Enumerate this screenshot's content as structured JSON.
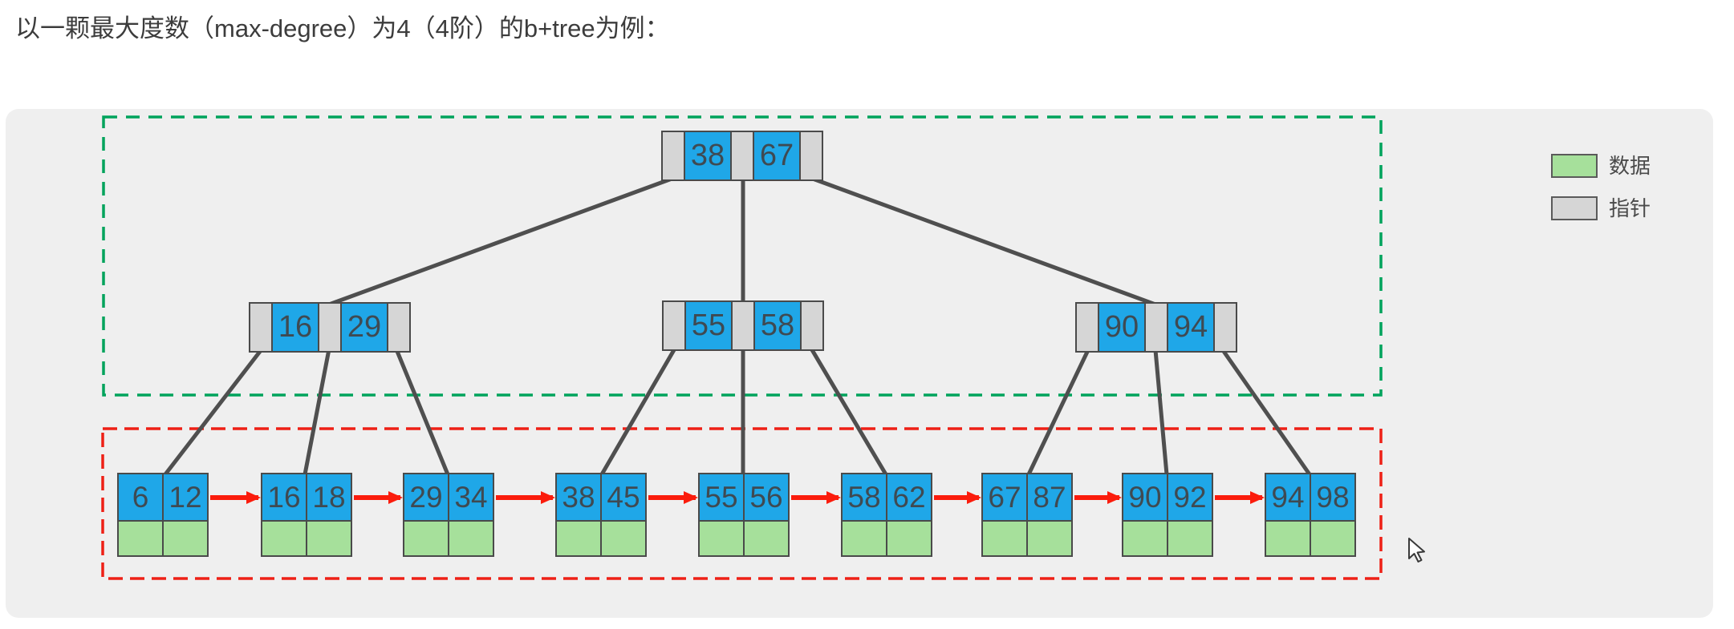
{
  "title": "以一颗最大度数（max-degree）为4（4阶）的b+tree为例：",
  "legend": {
    "items": [
      {
        "label": "数据",
        "swatch_color": "#a6e09b"
      },
      {
        "label": "指针",
        "swatch_color": "#d6d6d6"
      }
    ]
  },
  "colors": {
    "key_cell_blue": "#1fa7e8",
    "data_cell_green": "#a6e09b",
    "pointer_cell_gray": "#d6d6d6",
    "non_leaf_region_dashed": "#00a35c",
    "leaf_region_dashed": "#ee2016",
    "leaf_link_arrow": "#fb1c0c",
    "tree_edge": "#4f4f4f",
    "panel_background": "#efefef"
  },
  "tree": {
    "root": {
      "keys": [
        "38",
        "67"
      ]
    },
    "internal_nodes": [
      {
        "keys": [
          "16",
          "29"
        ]
      },
      {
        "keys": [
          "55",
          "58"
        ]
      },
      {
        "keys": [
          "90",
          "94"
        ]
      }
    ],
    "leaf_nodes": [
      {
        "keys": [
          "6",
          "12"
        ]
      },
      {
        "keys": [
          "16",
          "18"
        ]
      },
      {
        "keys": [
          "29",
          "34"
        ]
      },
      {
        "keys": [
          "38",
          "45"
        ]
      },
      {
        "keys": [
          "55",
          "56"
        ]
      },
      {
        "keys": [
          "58",
          "62"
        ]
      },
      {
        "keys": [
          "67",
          "87"
        ]
      },
      {
        "keys": [
          "90",
          "92"
        ]
      },
      {
        "keys": [
          "94",
          "98"
        ]
      }
    ]
  }
}
